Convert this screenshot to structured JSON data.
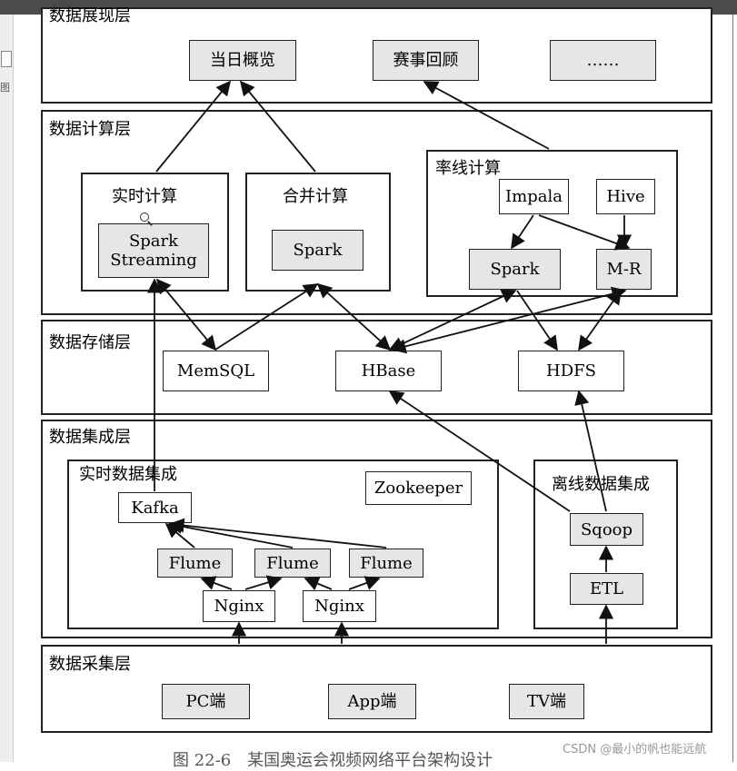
{
  "layers": {
    "presentation": "数据展现层",
    "compute": "数据计算层",
    "storage": "数据存储层",
    "integration": "数据集成层",
    "collection": "数据采集层"
  },
  "groups": {
    "realtime": "实时计算",
    "merge": "合并计算",
    "offline": "率线计算",
    "rt_integration": "实时数据集成",
    "offline_integration": "离线数据集成"
  },
  "nodes": {
    "daily_overview": "当日概览",
    "event_review": "赛事回顾",
    "more": "……",
    "spark_streaming": "Spark\nStreaming",
    "spark_merge": "Spark",
    "impala": "Impala",
    "hive": "Hive",
    "spark_offline": "Spark",
    "mr": "M-R",
    "memsql": "MemSQL",
    "hbase": "HBase",
    "hdfs": "HDFS",
    "zookeeper": "Zookeeper",
    "kafka": "Kafka",
    "flume_1": "Flume",
    "flume_2": "Flume",
    "flume_3": "Flume",
    "nginx_1": "Nginx",
    "nginx_2": "Nginx",
    "sqoop": "Sqoop",
    "etl": "ETL",
    "pc": "PC端",
    "app": "App端",
    "tv": "TV端"
  },
  "caption": "图 22-6　某国奥运会视频网络平台架构设计",
  "watermark": "CSDN @最小的帆也能远航"
}
